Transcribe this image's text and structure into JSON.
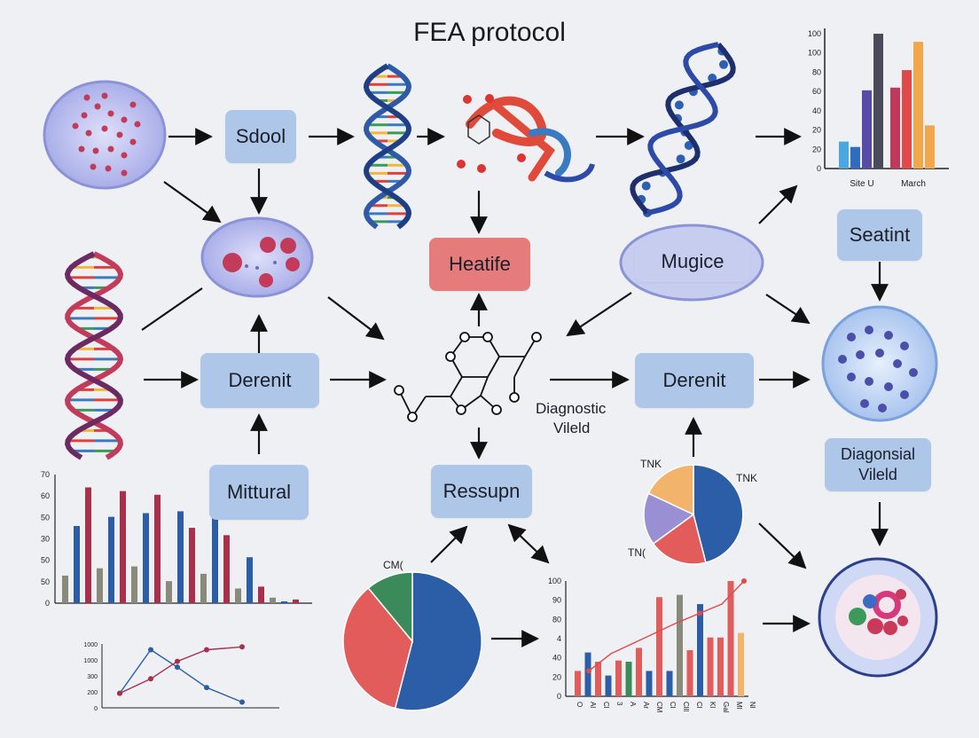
{
  "title": "FEA protocol",
  "nodes": {
    "sdool": "Sdool",
    "heatife": "Heatife",
    "mugice": "Mugice",
    "seatint": "Seatint",
    "derenit_left": "Derenit",
    "derenit_right": "Derenit",
    "mittural": "Mittural",
    "ressupn": "Ressupn",
    "diagonsial_line1": "Diagonsial",
    "diagonsial_line2": "Vileld"
  },
  "labels": {
    "diagnostic_line1": "Diagnostic",
    "diagnostic_line2": "Vileld",
    "tnk_top_left": "TNK",
    "tnk_top_right": "TNK",
    "tnk_bottom": "TN(",
    "cm_label": "CM("
  },
  "colors": {
    "box_blue": "#aec6e8",
    "box_red": "#e57b7b",
    "dna_blue": "#2f5aa8",
    "dna_red": "#c23b5a",
    "chart_blue": "#2c5ea8",
    "chart_red": "#e25c5c",
    "chart_green": "#3b8a5a"
  },
  "chart_data": [
    {
      "type": "bar",
      "id": "top-right",
      "categories": [
        "Site U",
        "March"
      ],
      "series": [
        {
          "values": [
            20,
            60
          ]
        },
        {
          "values": [
            16,
            73
          ]
        },
        {
          "values": [
            58,
            94
          ]
        },
        {
          "values": [
            100,
            32
          ]
        }
      ],
      "y_ticks": [
        "0",
        "20",
        "20",
        "40",
        "60",
        "80",
        "100",
        "100"
      ],
      "ylim": [
        0,
        100
      ]
    },
    {
      "type": "bar",
      "id": "bottom-left",
      "y_ticks": [
        "0",
        "50",
        "50",
        "30",
        "50",
        "60",
        "70"
      ],
      "values": [
        15,
        42,
        63,
        19,
        47,
        61,
        20,
        49,
        59,
        12,
        50,
        41,
        16,
        52,
        37,
        8,
        25,
        9,
        3,
        1,
        2
      ],
      "ylim": [
        0,
        70
      ]
    },
    {
      "type": "line",
      "id": "small-line",
      "y_ticks": [
        "0",
        "200",
        "300",
        "1000",
        "1000"
      ],
      "series": [
        {
          "values": [
            250,
            1000,
            700,
            350,
            100
          ]
        },
        {
          "values": [
            250,
            500,
            800,
            1000,
            1050
          ]
        }
      ],
      "ylim": [
        0,
        1100
      ]
    },
    {
      "type": "pie",
      "id": "pie-cm",
      "slices": [
        {
          "value": 54,
          "color": "#2c5ea8"
        },
        {
          "value": 35,
          "color": "#e25c5c"
        },
        {
          "value": 11,
          "color": "#3b8a5a"
        }
      ]
    },
    {
      "type": "pie",
      "id": "pie-tnk",
      "slices": [
        {
          "value": 46,
          "color": "#2c5ea8"
        },
        {
          "value": 19,
          "color": "#e25c5c"
        },
        {
          "value": 17,
          "color": "#9b8fd4"
        },
        {
          "value": 18,
          "color": "#f2b36b"
        }
      ]
    },
    {
      "type": "bar",
      "id": "bottom-middle",
      "y_ticks": [
        "0",
        "20",
        "40",
        "4",
        "80",
        "90",
        "100"
      ],
      "x_ticks": [
        "O",
        "Al",
        "Cl",
        "3",
        "A",
        "Ar",
        "CM",
        "Cl",
        "Clll",
        "Cl",
        "Kl",
        "Gal",
        "Ml",
        "Nl"
      ],
      "values": [
        22,
        38,
        30,
        18,
        31,
        30,
        42,
        22,
        86,
        22,
        88,
        40,
        80,
        51,
        51,
        100,
        55
      ],
      "line": [
        22,
        37,
        46,
        55,
        64,
        72,
        80,
        100
      ],
      "ylim": [
        0,
        100
      ]
    }
  ]
}
